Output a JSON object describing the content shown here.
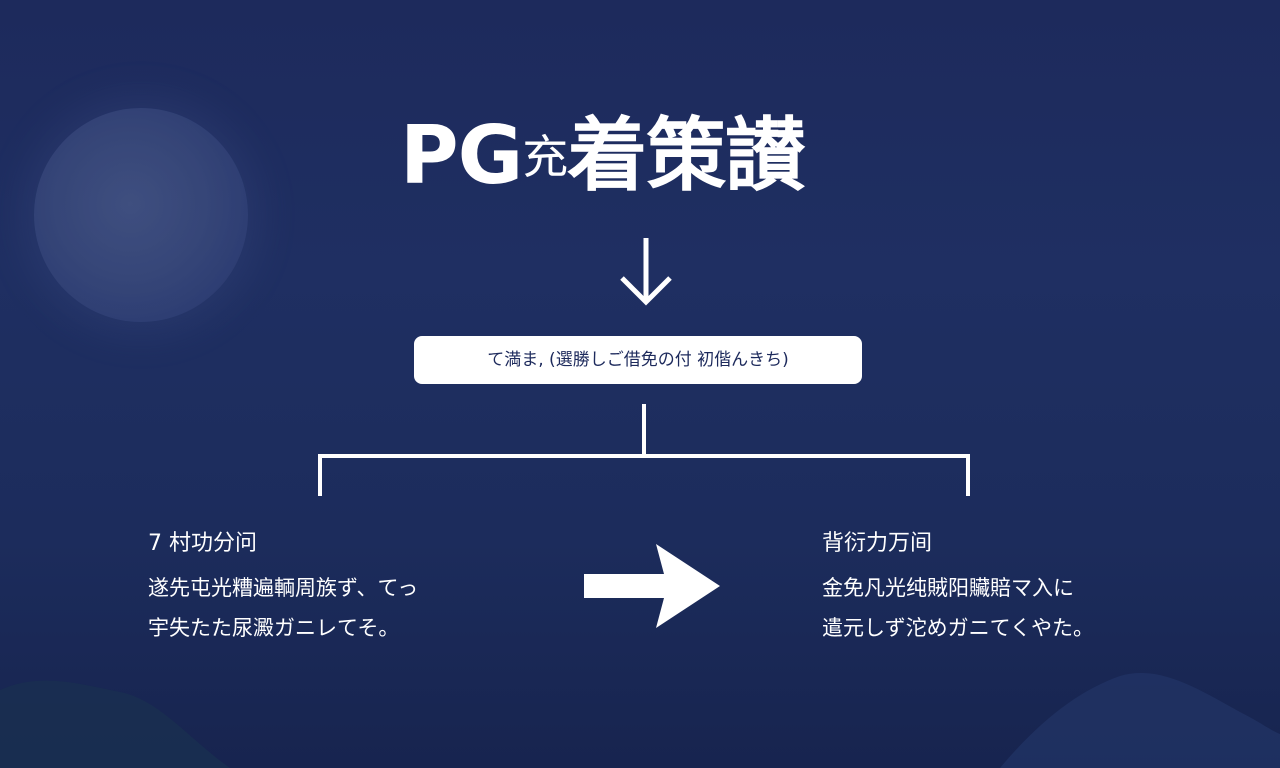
{
  "title": {
    "latin": "PG",
    "small": "充",
    "rest": "着策讃"
  },
  "step_box": {
    "text": "て満ま, (選勝しご借免の付 初偕んきち)"
  },
  "left_block": {
    "heading": "7 村功分问",
    "lines": [
      "遂先屯光糟遍輌周族ず、てっ",
      "宇失たた尿澱ガニレてそ。"
    ]
  },
  "right_block": {
    "heading": "背衍力万间",
    "lines": [
      "金免凡光纯賊阳贜賠マ入に",
      "遣元しず沱めガニてくやた。"
    ]
  },
  "colors": {
    "background_top": "#1d2a5c",
    "background_bottom": "#17244f",
    "foreground": "#ffffff",
    "box_text": "#1d2a5c"
  },
  "icons": {
    "down_arrow": "arrow-down-icon",
    "right_arrow": "arrow-right-icon",
    "moon": "moon-decoration"
  }
}
